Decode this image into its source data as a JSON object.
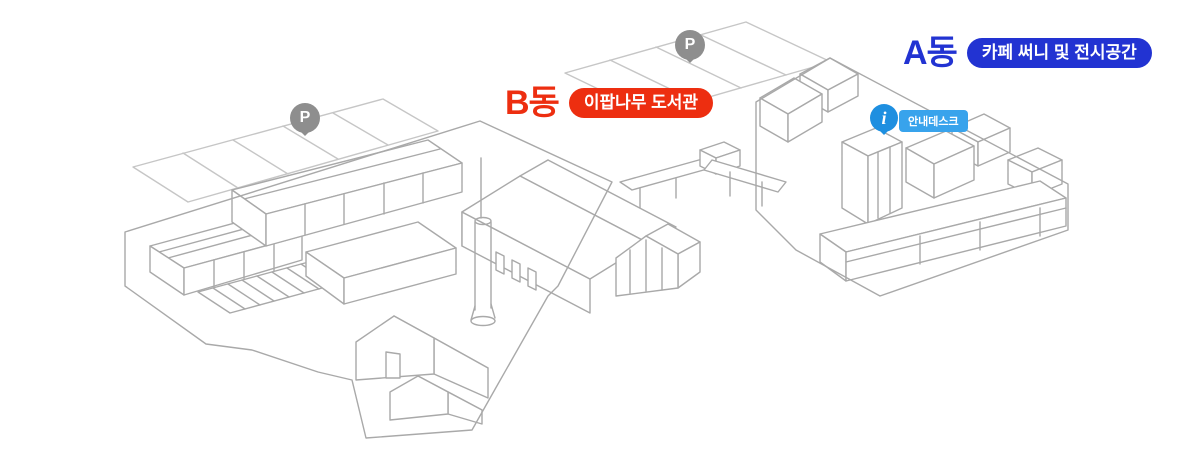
{
  "zones": {
    "b": {
      "name": "B동",
      "badge": "이팝나무 도서관",
      "color": "#ed2e10"
    },
    "a": {
      "name": "A동",
      "badge": "카페 써니 및 전시공간",
      "color": "#2233d2"
    }
  },
  "markers": {
    "parking_west": {
      "label": "P",
      "color": "#8e8e8e"
    },
    "parking_north": {
      "label": "P",
      "color": "#8e8e8e"
    },
    "info": {
      "label": "i",
      "badge": "안내데스크",
      "color": "#1e8fe0",
      "badge_color": "#38a3ec"
    }
  },
  "colors": {
    "background": "#ffffff",
    "line_art": "#a9a9a9",
    "parking_lines": "#c6c6c6"
  }
}
